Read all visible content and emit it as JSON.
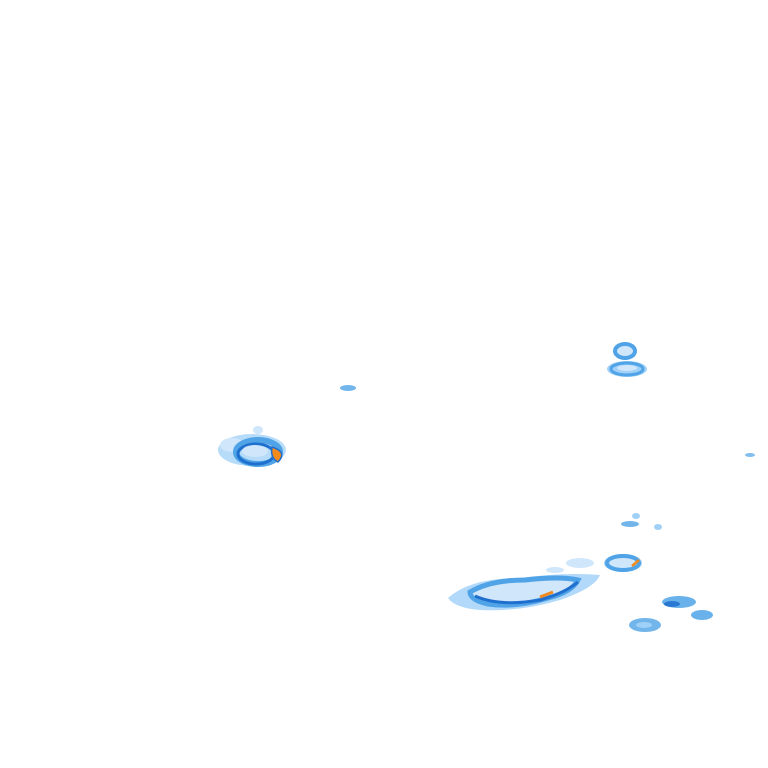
{
  "background_color": "#ffffff",
  "precipitation_palette": {
    "very_light": "#cfe6fb",
    "light": "#9fd0f7",
    "moderate": "#4fa3e6",
    "heavy": "#1f6fcf",
    "intense": "#f28a1c"
  },
  "echo_cells": [
    {
      "name": "echo-cell-west",
      "has_intense_core": true
    },
    {
      "name": "echo-cell-small-center",
      "has_intense_core": false
    },
    {
      "name": "echo-cell-northeast",
      "has_intense_core": false
    },
    {
      "name": "echo-cell-far-east",
      "has_intense_core": false
    },
    {
      "name": "echo-band-south",
      "has_intense_core": true
    },
    {
      "name": "echo-cell-southeast",
      "has_intense_core": true
    },
    {
      "name": "echo-cell-southeast-small",
      "has_intense_core": false
    }
  ]
}
